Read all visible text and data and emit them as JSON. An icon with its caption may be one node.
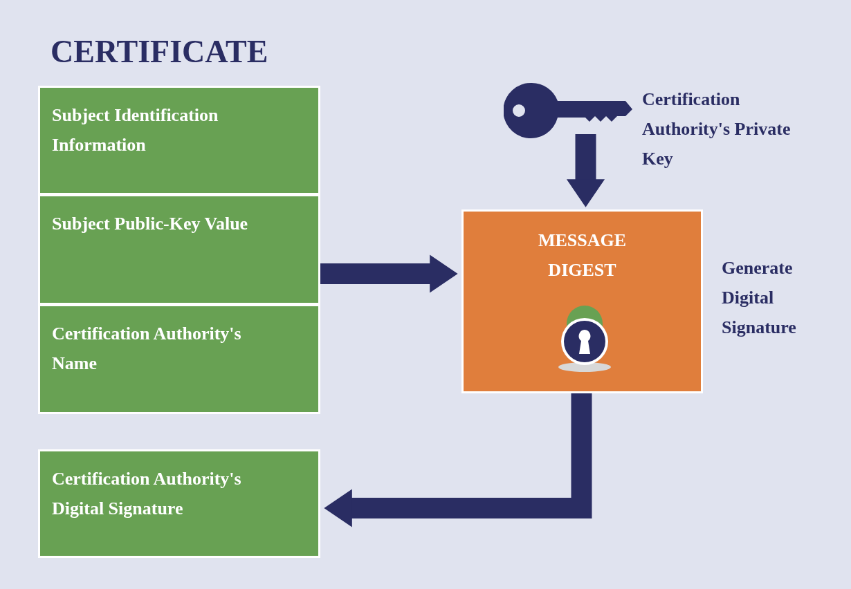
{
  "diagram": {
    "title": "CERTIFICATE",
    "nodes": [
      {
        "text": [
          "Subject Identification Information"
        ]
      },
      {
        "text": [
          "Subject Public-Key Value"
        ]
      },
      {
        "text": [
          "Certification Authority's Name"
        ]
      },
      {
        "text": [
          "Certification Authority's Digital Signature"
        ]
      },
      {
        "text": [],
        "shape": "key",
        "beside": [
          "Certification Authority's Private Key"
        ]
      },
      {
        "text": [
          "MESSAGE DIGEST"
        ],
        "beside": [
          "Generate Digital Signature"
        ]
      }
    ],
    "edges": [
      {
        "from": 1,
        "to": 5,
        "arrow": "to"
      },
      {
        "from": 4,
        "to": 5,
        "arrow": "to"
      },
      {
        "from": 5,
        "to": 3,
        "arrow": "to"
      }
    ]
  }
}
